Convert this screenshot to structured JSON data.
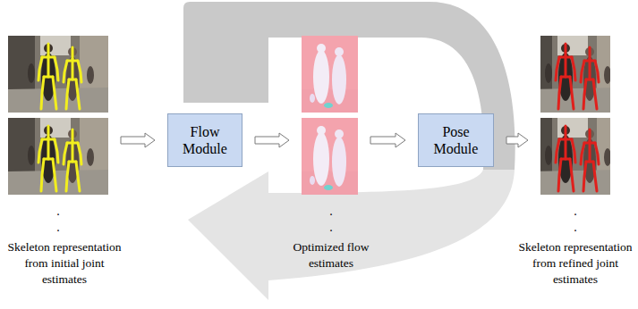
{
  "diagram": {
    "nodes": [
      {
        "text": [
          "Skeleton representation from initial joint estimates"
        ]
      },
      {
        "text": [
          "Flow Module"
        ]
      },
      {
        "text": [
          "Optimized flow estimates"
        ]
      },
      {
        "text": [
          "Pose Module"
        ]
      },
      {
        "text": [
          "Skeleton representation from refined joint estimates"
        ]
      }
    ],
    "edges": [
      {
        "from": 0,
        "to": 1,
        "arrow": "to"
      },
      {
        "from": 1,
        "to": 2,
        "arrow": "to"
      },
      {
        "from": 2,
        "to": 3,
        "arrow": "to"
      },
      {
        "from": 3,
        "to": 4,
        "arrow": "to"
      }
    ],
    "labels": [
      ".",
      ".",
      ".",
      ".",
      ".",
      "."
    ]
  }
}
